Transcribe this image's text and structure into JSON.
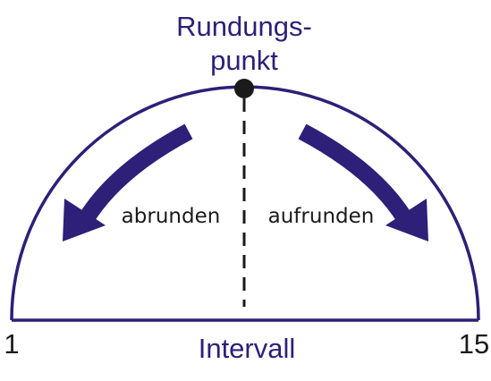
{
  "colors": {
    "primary": "#2e1f78",
    "text_dark": "#1a1a1a",
    "point": "#1a1a1a",
    "background": "#ffffff"
  },
  "labels": {
    "rounding_point_line1": "Rundungs-",
    "rounding_point_line2": "punkt",
    "round_down": "abrunden",
    "round_up": "aufrunden",
    "interval_start": "1",
    "interval_end": "15",
    "interval": "Intervall"
  }
}
